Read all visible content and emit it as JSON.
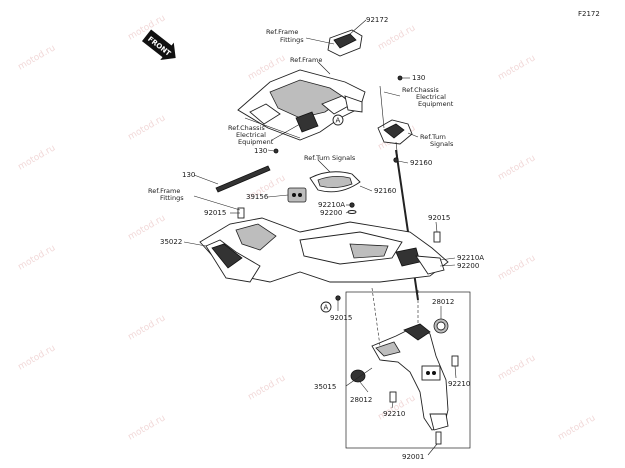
{
  "figure_code": "F2172",
  "front_arrow_label": "FRONT",
  "watermark_text": "motod.ru",
  "callout_letter": "A",
  "labels": {
    "ref_frame_fittings_top": [
      "Ref.Frame",
      "Fittings"
    ],
    "ref_frame_top": "Ref.Frame",
    "ref_chassis_electrical_right": [
      "Ref.Chassis",
      "Electrical",
      "Equipment"
    ],
    "ref_chassis_electrical_left": [
      "Ref.Chassis",
      "Electrical",
      "Equipment"
    ],
    "ref_turn_signals_right": [
      "Ref.Turn",
      "Signals"
    ],
    "ref_turn_signals_center": "Ref.Turn Signals",
    "ref_frame_fittings_left": [
      "Ref.Frame",
      "Fittings"
    ],
    "p92172": "92172",
    "p130_right": "130",
    "p130_left_top": "130",
    "p130_left": "130",
    "p92160_right": "92160",
    "p92160_center": "92160",
    "p39156": "39156",
    "p92015_left": "92015",
    "p92210A_center": "92210A",
    "p92200_center": "92200",
    "p35022": "35022",
    "p92015_right": "92015",
    "p92210A_right": "92210A",
    "p92200_right": "92200",
    "p92015_bottom": "92015",
    "p28012_top": "28012",
    "p35015": "35015",
    "p92210_right": "92210",
    "p28012_bottom": "28012",
    "p92210_bottom": "92210",
    "p92001": "92001"
  }
}
